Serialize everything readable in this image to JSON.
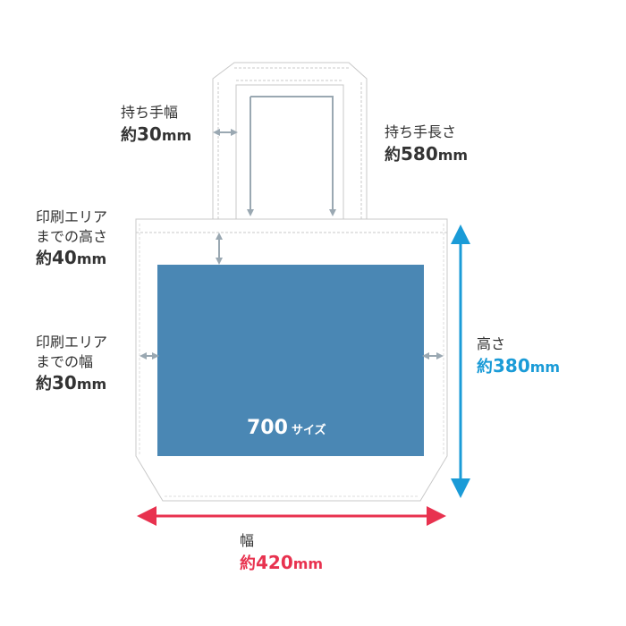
{
  "labels": {
    "handle_width": {
      "line1": "持ち手幅",
      "prefix": "約",
      "num": "30",
      "unit": "mm"
    },
    "handle_length": {
      "line1": "持ち手長さ",
      "prefix": "約",
      "num": "580",
      "unit": "mm"
    },
    "print_top": {
      "line1a": "印刷エリア",
      "line1b": "までの高さ",
      "prefix": "約",
      "num": "40",
      "unit": "mm"
    },
    "print_side": {
      "line1a": "印刷エリア",
      "line1b": "までの幅",
      "prefix": "約",
      "num": "30",
      "unit": "mm"
    },
    "height": {
      "line1": "高さ",
      "prefix": "約",
      "num": "380",
      "unit": "mm"
    },
    "width": {
      "line1": "幅",
      "prefix": "約",
      "num": "420",
      "unit": "mm"
    }
  },
  "print_area": {
    "num": "700",
    "suffix": "サイズ"
  },
  "colors": {
    "print_area": "#4a87b4",
    "bag_outline": "#c8c8c8",
    "guide_arrow": "#9aa8b2",
    "height_arrow": "#1a9bd7",
    "width_arrow": "#e8324f"
  }
}
